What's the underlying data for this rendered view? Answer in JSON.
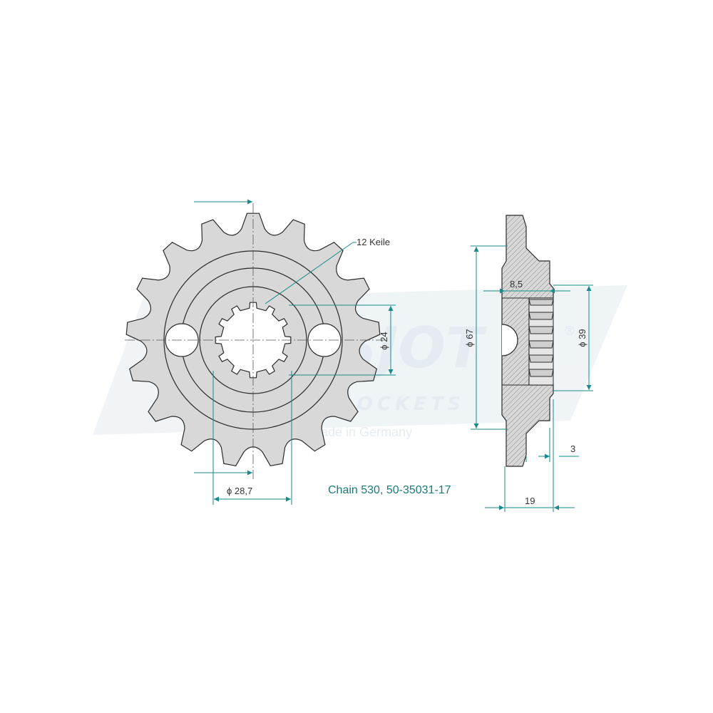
{
  "title": "Chain 530, 50-35031-17",
  "front_view": {
    "teeth": 17,
    "spline_label": "12 Keile",
    "dim_spline": "ϕ 24",
    "dim_bolt": "ϕ 28,7"
  },
  "side_view": {
    "dim_outer": "ϕ 67",
    "dim_hub": "ϕ 39",
    "dim_offset": "8,5",
    "dim_tooth": "3",
    "dim_width": "19"
  },
  "watermark": {
    "brand": "ESJOT",
    "sub": "SPROCKETS",
    "slogan": "High-Quality - Made in Germany",
    "reg": "®"
  },
  "colors": {
    "line": "#2b2b2b",
    "fill": "#d8d8d8",
    "dim": "#1a8a8a",
    "watermark": "#e6eef3"
  }
}
